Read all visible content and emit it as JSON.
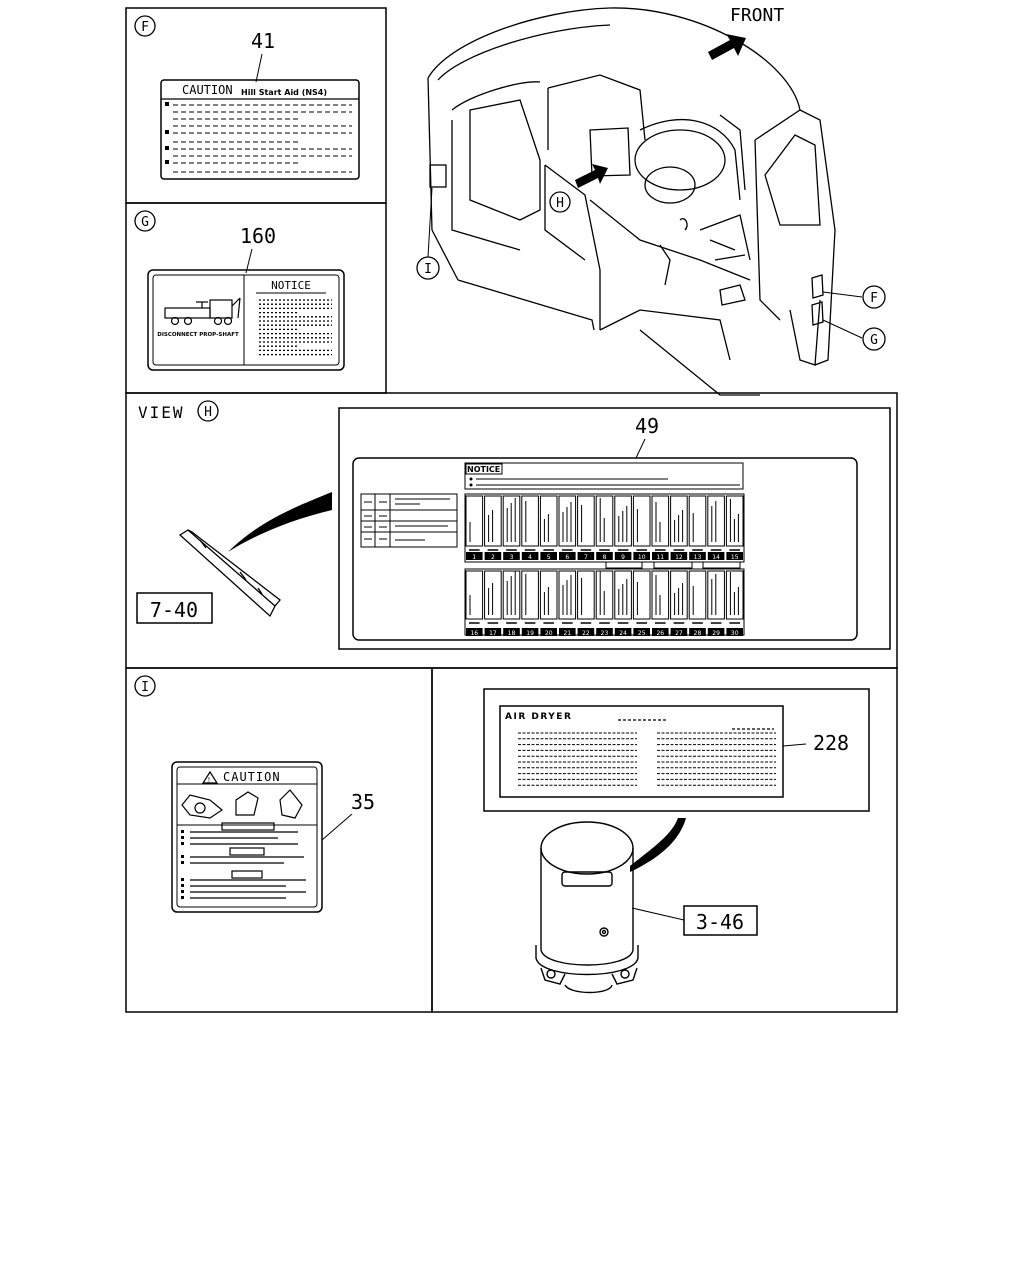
{
  "callouts": {
    "front": "FRONT",
    "view_prefix": "VIEW",
    "F": "F",
    "G": "G",
    "H": "H",
    "I": "I"
  },
  "parts": {
    "p41": "41",
    "p160": "160",
    "p49": "49",
    "p7_40": "7-40",
    "p35": "35",
    "p228": "228",
    "p3_46": "3-46"
  },
  "labels": {
    "hill_caution": "CAUTION",
    "hill_subtitle": "Hill Start Aid (NS4)",
    "notice_160": "NOTICE",
    "disconnect": "DISCONNECT PROP-SHAFT",
    "notice_49": "NOTICE",
    "caution_35": "CAUTION",
    "air_dryer": "AIR DRYER"
  },
  "fuse_numbers_top": [
    "1",
    "2",
    "3",
    "4",
    "5",
    "6",
    "7",
    "8",
    "9",
    "10",
    "11",
    "12",
    "13",
    "14",
    "15"
  ],
  "fuse_numbers_bottom": [
    "16",
    "17",
    "18",
    "19",
    "20",
    "21",
    "22",
    "23",
    "24",
    "25",
    "26",
    "27",
    "28",
    "29",
    "30"
  ]
}
